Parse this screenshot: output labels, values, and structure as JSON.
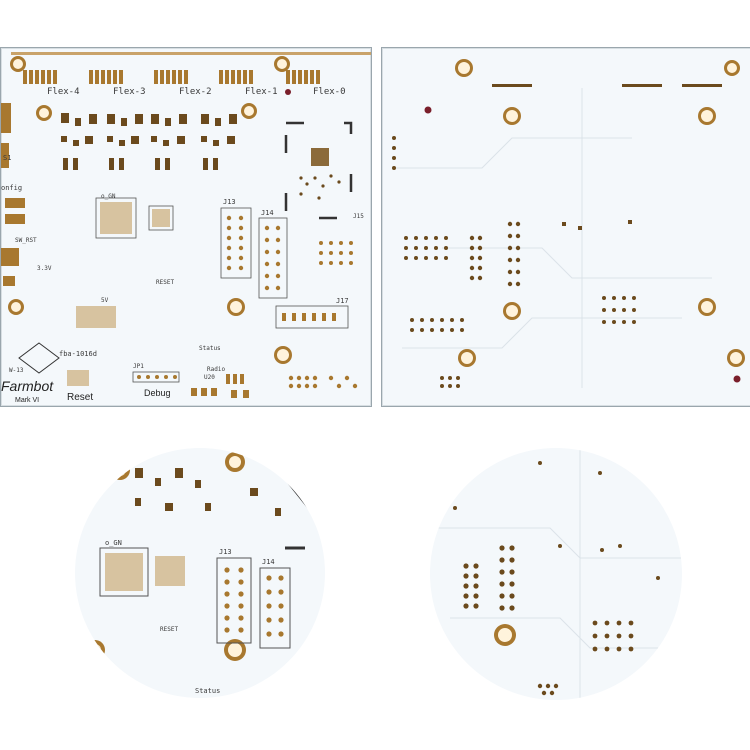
{
  "front": {
    "flex_labels": [
      "Flex-4",
      "Flex-3",
      "Flex-2",
      "Flex-1",
      "Flex-0"
    ],
    "title": "Farmbot",
    "subtitle": "Mark VI",
    "part_number": "fba-1016d",
    "reset_label": "Reset",
    "debug_label": "Debug",
    "radio_label": "Radio",
    "status_label": "Status",
    "reset_small": "RESET",
    "config_label": "onfig",
    "ref_gn": "o_GN",
    "ref_j13": "J13",
    "ref_j14": "J14",
    "ref_j15": "J15",
    "ref_j17": "J17",
    "ref_jp1": "JP1",
    "ref_s1": "S1",
    "ref_sw": "SW_RST",
    "ref_3v3": "3.3V",
    "ref_5v": "5V",
    "ref_u20": "U20",
    "ref_w13": "W-13"
  },
  "colors": {
    "board": "#f4f8fb",
    "copper": "#a8782f",
    "pad_dark": "#6b4a1d",
    "silk": "#3a3a3a",
    "via_accent": "#7a1f2b"
  },
  "icons": [
    "mounting-hole-icon",
    "via-icon",
    "chip-icon",
    "connector-icon"
  ]
}
